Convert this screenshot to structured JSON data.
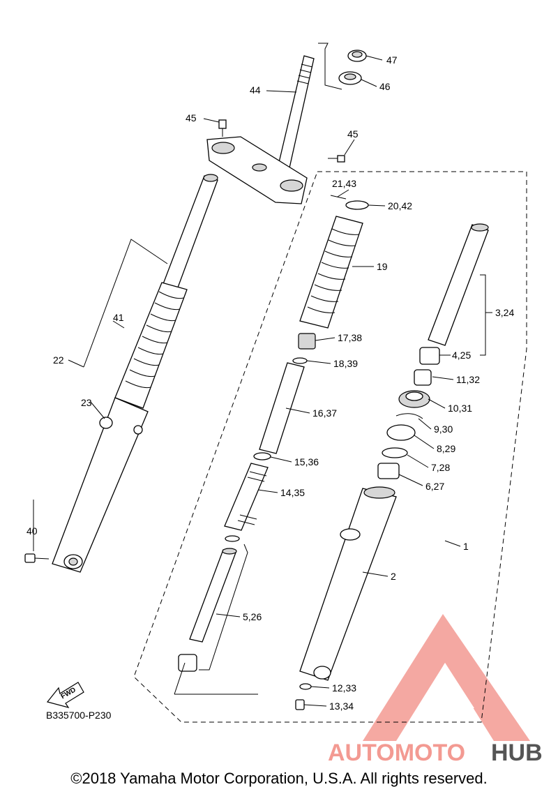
{
  "diagram_code": "B335700-P230",
  "fwd_label": "FWD",
  "callouts": {
    "c1": "1",
    "c2": "2",
    "c3": "3,24",
    "c4": "4,25",
    "c5": "5,26",
    "c6": "6,27",
    "c7": "7,28",
    "c8": "8,29",
    "c9": "9,30",
    "c10": "10,31",
    "c11": "11,32",
    "c12": "12,33",
    "c13": "13,34",
    "c14": "14,35",
    "c15": "15,36",
    "c16": "16,37",
    "c17": "17,38",
    "c18": "18,39",
    "c19": "19",
    "c20": "20,42",
    "c21": "21,43",
    "c22": "22",
    "c23": "23",
    "c40": "40",
    "c41": "41",
    "c44": "44",
    "c45a": "45",
    "c45b": "45",
    "c46": "46",
    "c47": "47"
  },
  "watermark": {
    "part1": "AUTOMOTO",
    "part2": "HUB",
    "color_light": "#f39a92",
    "color_dark": "#555555"
  },
  "copyright": "©2018 Yamaha Motor Corporation, U.S.A. All rights reserved."
}
